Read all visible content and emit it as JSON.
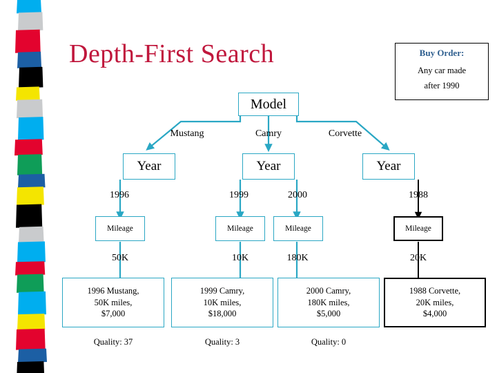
{
  "slide": {
    "title": "Depth-First Search",
    "title_color": "#c0173c",
    "accent_color": "#2aa7c4",
    "callout_title_color": "#2f5f8f",
    "background": "#ffffff"
  },
  "callout": {
    "heading": "Buy Order:",
    "line1": "Any car made",
    "line2": "after 1990"
  },
  "tree": {
    "root": {
      "label": "Model"
    },
    "edges_level1": [
      "Mustang",
      "Camry",
      "Corvette"
    ],
    "level2": [
      {
        "label": "Year"
      },
      {
        "label": "Year"
      },
      {
        "label": "Year"
      }
    ],
    "edges_level2": [
      "1996",
      "1999",
      "2000",
      "1988"
    ],
    "level3": [
      {
        "label": "Mileage",
        "style": "accent"
      },
      {
        "label": "Mileage",
        "style": "accent"
      },
      {
        "label": "Mileage",
        "style": "accent"
      },
      {
        "label": "Mileage",
        "style": "black"
      }
    ],
    "edges_level3": [
      "50K",
      "10K",
      "180K",
      "20K"
    ],
    "leaves": [
      {
        "line1": "1996 Mustang,",
        "line2": "50K miles,",
        "line3": "$7,000",
        "style": "accent"
      },
      {
        "line1": "1999 Camry,",
        "line2": "10K miles,",
        "line3": "$18,000",
        "style": "accent"
      },
      {
        "line1": "2000 Camry,",
        "line2": "180K miles,",
        "line3": "$5,000",
        "style": "accent"
      },
      {
        "line1": "1988 Corvette,",
        "line2": "20K miles,",
        "line3": "$4,000",
        "style": "black"
      }
    ],
    "quality": [
      "Quality: 37",
      "Quality: 3",
      "Quality: 0"
    ]
  },
  "stripe": {
    "colors": [
      "#00aeef",
      "#c9cbcd",
      "#e3032e",
      "#1c5fa4",
      "#000000",
      "#f4e500",
      "#c9cbcd",
      "#00aeef",
      "#e3032e",
      "#0f9d58",
      "#1c5fa4",
      "#f4e500",
      "#000000",
      "#c9cbcd",
      "#00aeef",
      "#e3032e",
      "#0f9d58",
      "#00aeef",
      "#f4e500",
      "#e3032e",
      "#1c5fa4",
      "#000000"
    ]
  }
}
